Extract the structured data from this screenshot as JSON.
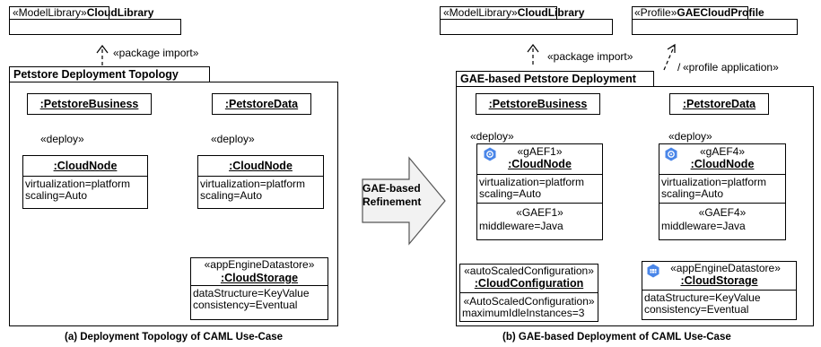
{
  "left": {
    "model_library": {
      "stereotype": "«ModelLibrary»",
      "name": "CloudLibrary"
    },
    "import_label": "«package import»",
    "package_title": "Petstore Deployment Topology",
    "business": ":PetstoreBusiness",
    "data": ":PetstoreData",
    "deploy_label_1": "«deploy»",
    "deploy_label_2": "«deploy»",
    "node1": {
      "name": ":CloudNode",
      "attrs": [
        "virtualization=platform",
        "scaling=Auto"
      ]
    },
    "node2": {
      "name": ":CloudNode",
      "attrs": [
        "virtualization=platform",
        "scaling=Auto"
      ]
    },
    "storage": {
      "stereotype": "«appEngineDatastore»",
      "name": ":CloudStorage",
      "attrs": [
        "dataStructure=KeyValue",
        "consistency=Eventual"
      ]
    },
    "caption": "(a) Deployment Topology of CAML Use-Case"
  },
  "arrow": {
    "line1": "GAE-based",
    "line2": "Refinement"
  },
  "right": {
    "model_library": {
      "stereotype": "«ModelLibrary»",
      "name": "CloudLibrary"
    },
    "profile": {
      "stereotype": "«Profile»",
      "name": "GAECloudProfile"
    },
    "import_label": "«package import»",
    "profile_label": "«profile application»",
    "package_title": "GAE-based Petstore Deployment",
    "business": ":PetstoreBusiness",
    "data": ":PetstoreData",
    "deploy_label_1": "«deploy»",
    "deploy_label_2": "«deploy»",
    "node1": {
      "stereotype": "«gAEF1»",
      "name": ":CloudNode",
      "attrs": [
        "virtualization=platform",
        "scaling=Auto"
      ],
      "mw_stereotype": "«GAEF1»",
      "mw": "middleware=Java"
    },
    "node2": {
      "stereotype": "«gAEF4»",
      "name": ":CloudNode",
      "attrs": [
        "virtualization=platform",
        "scaling=Auto"
      ],
      "mw_stereotype": "«GAEF4»",
      "mw": "middleware=Java"
    },
    "config": {
      "stereotype": "«autoScaledConfiguration»",
      "name": ":CloudConfiguration",
      "attr_stereotype": "«AutoScaledConfiguration»",
      "attr": "maximumIdleInstances=3"
    },
    "storage": {
      "stereotype": "«appEngineDatastore»",
      "name": ":CloudStorage",
      "attrs": [
        "dataStructure=KeyValue",
        "consistency=Eventual"
      ]
    },
    "caption": "(b) GAE-based Deployment of CAML Use-Case"
  },
  "colors": {
    "icon_blue": "#4a86e8",
    "arrow_fill": "#f2f2f2"
  }
}
